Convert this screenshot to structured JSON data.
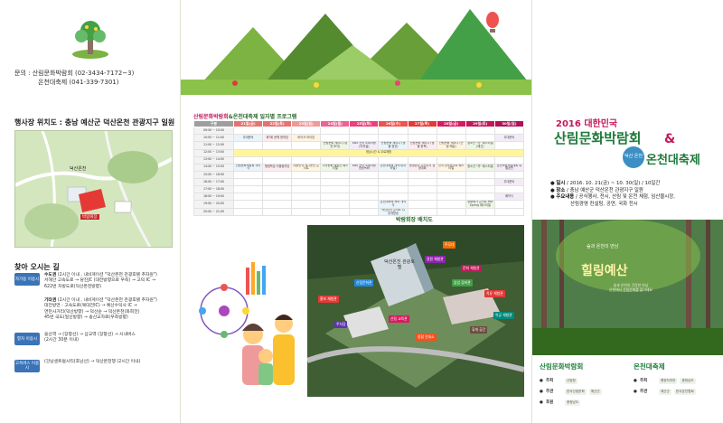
{
  "left": {
    "contact_lines": [
      "문의 : 산림문화박람회 (02-3434-7172~3)",
      "온천대축제 (041-339-7301)"
    ],
    "location": "행사장 위치도 : 충남 예산군 덕산온천 관광지구 일원",
    "map_labels": {
      "venue": "덕산온천",
      "area": "박람회장"
    },
    "directions_title": "찾아 오시는 길",
    "directions": [
      {
        "badge": "자가용 이용시",
        "label": "수도권",
        "text": [
          "(2시간 이내 , 내비게이션 \"덕산온천 관광호텔 추자원\")",
          "서해안 고속도로 → 당진JC (대전방향으로 우측) → 고덕 IC →",
          "622번 지방도로(덕산온천방향)"
        ]
      },
      {
        "badge": "",
        "label": "기타권",
        "text": [
          "(2시간 이내 , 내비게이션 \"덕산온천 관광호텔 추자원\")",
          "대전방면 : 고속도로(북대전IC) → 예산수덕사 IC →",
          "면천사거리(덕산방향) → 덕산순 → 덕산온천(좌회전)",
          "45번 국도(일산방향) → 송산교차로(우측방향)"
        ]
      },
      {
        "badge": "열차 이용시",
        "label": "",
        "text": [
          "용산역 → (장항선) → 삽교역 (장항선) → 시내버스",
          "(2시간 30분 이내)"
        ]
      },
      {
        "badge": "고속버스 이용시",
        "label": "",
        "text": [
          "(강남센트럴시티(호남선) → 덕산온천행 (2시간 이내)"
        ]
      }
    ]
  },
  "schedule": {
    "title": "산림문화박람회&온천대축제 일자별 프로그램",
    "title_accent": "산림문화박람회",
    "header": [
      "구분",
      "21일(금)",
      "22일(토)",
      "23일(일)",
      "24일(월)",
      "25일(화)",
      "26일(수)",
      "27일(목)",
      "28일(금)",
      "29일(토)",
      "30일(일)"
    ],
    "times": [
      "09:00 ~ 10:00",
      "10:00 ~ 11:00",
      "11:00 ~ 12:00",
      "12:00 ~ 13:00",
      "13:00 ~ 14:00",
      "14:00 ~ 15:00",
      "15:00 ~ 16:00",
      "16:00 ~ 17:00",
      "17:00 ~ 18:00",
      "18:00 ~ 19:00",
      "19:00 ~ 20:00",
      "20:00 ~ 21:00"
    ],
    "cells": [
      [
        "",
        "",
        "",
        "",
        "",
        "",
        "",
        "",
        "",
        ""
      ],
      [
        "무대준비",
        "제7회 문예 한마당",
        "바이크 라이딩",
        "",
        "",
        "",
        "",
        "",
        "",
        "무대준비"
      ],
      [
        "",
        "",
        "",
        "산림문화 세미나 (경관·조각)",
        "KBS 전국 노래자랑(리허설)",
        "산림문화 세미나 (생물·경관)",
        "산림문화 세미나 (생물·한복)",
        "산림문화 세미나 (산림·예술)",
        "청소년 \"끼\" 페스티벌(예선)",
        ""
      ],
      [
        "",
        "",
        "",
        "",
        "점심시간 & 무료체험",
        "",
        "",
        "",
        "",
        ""
      ],
      [
        "",
        "",
        "",
        "",
        "",
        "",
        "",
        "",
        "",
        ""
      ],
      [
        "산림문화박람회 개막식",
        "평생학습 어울림마당",
        "대한민국 재그운전 콘서트",
        "지역문화 예술인 페스티벌",
        "KBS 전국 노래자랑 방송녹화",
        "온천대축제 개막식(리허설)",
        "충청남도 주민자치 경영대회",
        "전국 성악콩쿠르 페스티벌",
        "청소년 \"끼\" 페스티벌",
        "온천포럼학술대회 특별공연"
      ],
      [
        "",
        "",
        "",
        "",
        "",
        "",
        "",
        "",
        "",
        ""
      ],
      [
        "",
        "",
        "",
        "",
        "",
        "",
        "",
        "",
        "",
        "무대준비"
      ],
      [
        "",
        "",
        "",
        "",
        "",
        "",
        "",
        "",
        "",
        ""
      ],
      [
        "",
        "",
        "",
        "",
        "",
        "",
        "",
        "",
        "",
        "폐막식"
      ],
      [
        "",
        "",
        "",
        "",
        "",
        "온천대축제 축하 개막식",
        "",
        "",
        "방랑화가 콘서트 Hot Spring 페스티벌",
        ""
      ],
      [
        "",
        "",
        "",
        "",
        "",
        "덕산온천 콘서트 CJ 공개방송",
        "",
        "",
        "",
        ""
      ]
    ]
  },
  "layout": {
    "title": "박람회장 배치도",
    "hotel": "덕산온천 관광호텔",
    "tags": [
      "홍보 체험관",
      "주무대",
      "정원 체험관",
      "문화 체험관",
      "산림문화관",
      "임업 장비관",
      "치유 체험관",
      "목공 체험관",
      "휴게 공간",
      "주차장",
      "산림 교육관",
      "종합 안내소"
    ]
  },
  "right": {
    "year": "2016 대한민국",
    "main_title": "산림문화박람회",
    "amp": "&",
    "circle": "덕산 온천",
    "sub_title": "온천대축제",
    "info": [
      {
        "label": "일시",
        "text": "2016. 10. 21(금) ~ 10. 30(일) / 10일간"
      },
      {
        "label": "장소",
        "text": "충남 예산군 덕산온천 관광지구 일원"
      },
      {
        "label": "주요내용",
        "text": "공식행사, 전시, 산림 및 온천 체험, 임산물시장,"
      },
      {
        "label": "",
        "text": "산림경영 컨설팅, 공연, 국화 전시"
      }
    ],
    "forest_small": "숲과 온천의 만남",
    "forest_big": "힐링예산",
    "forest_caption": [
      "숲과 온천의 건강한 만남",
      "온천에서 산림문화를 즐기세요"
    ],
    "org_left": {
      "title": "산림문화박람회",
      "rows": [
        {
          "label": "주최",
          "logos": [
            "산림청"
          ]
        },
        {
          "label": "주관",
          "logos": [
            "한국산림문화",
            "예산군"
          ]
        },
        {
          "label": "후원",
          "logos": [
            "충청남도"
          ]
        }
      ]
    },
    "org_right": {
      "title": "온천대축제",
      "rows": [
        {
          "label": "주최",
          "logos": [
            "행정자치부",
            "충청남도"
          ]
        },
        {
          "label": "주관",
          "logos": [
            "예산군",
            "한국온천협회"
          ]
        }
      ]
    }
  },
  "colors": {
    "green": "#1d7a3a",
    "pink": "#c2185b",
    "blue": "#3a73b8"
  }
}
